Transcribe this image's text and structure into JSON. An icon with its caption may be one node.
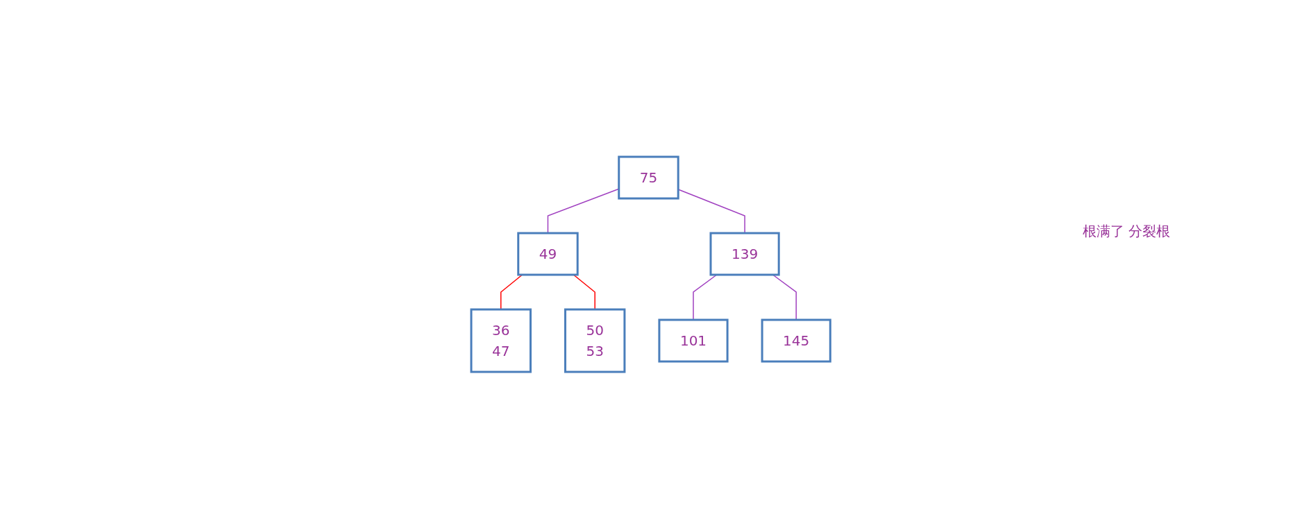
{
  "diagram": {
    "nodes": [
      {
        "text": [
          "75"
        ]
      },
      {
        "text": [
          "49"
        ]
      },
      {
        "text": [
          "139"
        ]
      },
      {
        "text": [
          "36",
          "47"
        ]
      },
      {
        "text": [
          "50",
          "53"
        ]
      },
      {
        "text": [
          "101"
        ]
      },
      {
        "text": [
          "145"
        ]
      }
    ],
    "edges": [
      {
        "from": 0,
        "to": 1,
        "arrow": "none"
      },
      {
        "from": 0,
        "to": 2,
        "arrow": "none"
      },
      {
        "from": 1,
        "to": 3,
        "arrow": "none",
        "color": "#ff0000"
      },
      {
        "from": 1,
        "to": 4,
        "arrow": "none",
        "color": "#ff0000"
      },
      {
        "from": 2,
        "to": 5,
        "arrow": "none"
      },
      {
        "from": 2,
        "to": 6,
        "arrow": "none"
      }
    ],
    "labels": [
      "根满了 分裂根"
    ]
  }
}
